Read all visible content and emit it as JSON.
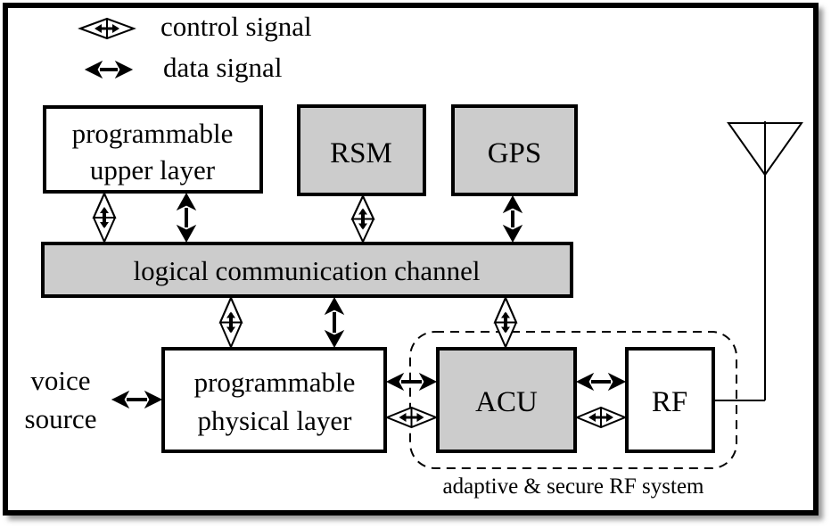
{
  "legend": {
    "control_label": "control signal",
    "data_label": "data signal"
  },
  "blocks": {
    "upper_layer": {
      "line1": "programmable",
      "line2": "upper layer"
    },
    "rsm": "RSM",
    "gps": "GPS",
    "channel": "logical communication channel",
    "physical_layer": {
      "line1": "programmable",
      "line2": "physical layer"
    },
    "acu": "ACU",
    "rf": "RF"
  },
  "voice_source": {
    "line1": "voice",
    "line2": "source"
  },
  "group_label": "adaptive & secure RF system",
  "colors": {
    "gray_fill": "#cccccc",
    "border": "#000000",
    "background": "#ffffff"
  },
  "connections": [
    {
      "from": "upper_layer",
      "to": "channel",
      "type": "control"
    },
    {
      "from": "upper_layer",
      "to": "channel",
      "type": "data"
    },
    {
      "from": "rsm",
      "to": "channel",
      "type": "control"
    },
    {
      "from": "gps",
      "to": "channel",
      "type": "data"
    },
    {
      "from": "channel",
      "to": "physical_layer",
      "type": "control"
    },
    {
      "from": "channel",
      "to": "physical_layer",
      "type": "data"
    },
    {
      "from": "channel",
      "to": "acu",
      "type": "control"
    },
    {
      "from": "voice_source",
      "to": "physical_layer",
      "type": "data"
    },
    {
      "from": "physical_layer",
      "to": "acu",
      "type": "data"
    },
    {
      "from": "physical_layer",
      "to": "acu",
      "type": "control"
    },
    {
      "from": "acu",
      "to": "rf",
      "type": "data"
    },
    {
      "from": "acu",
      "to": "rf",
      "type": "control"
    },
    {
      "from": "rf",
      "to": "antenna",
      "type": "wire"
    }
  ]
}
